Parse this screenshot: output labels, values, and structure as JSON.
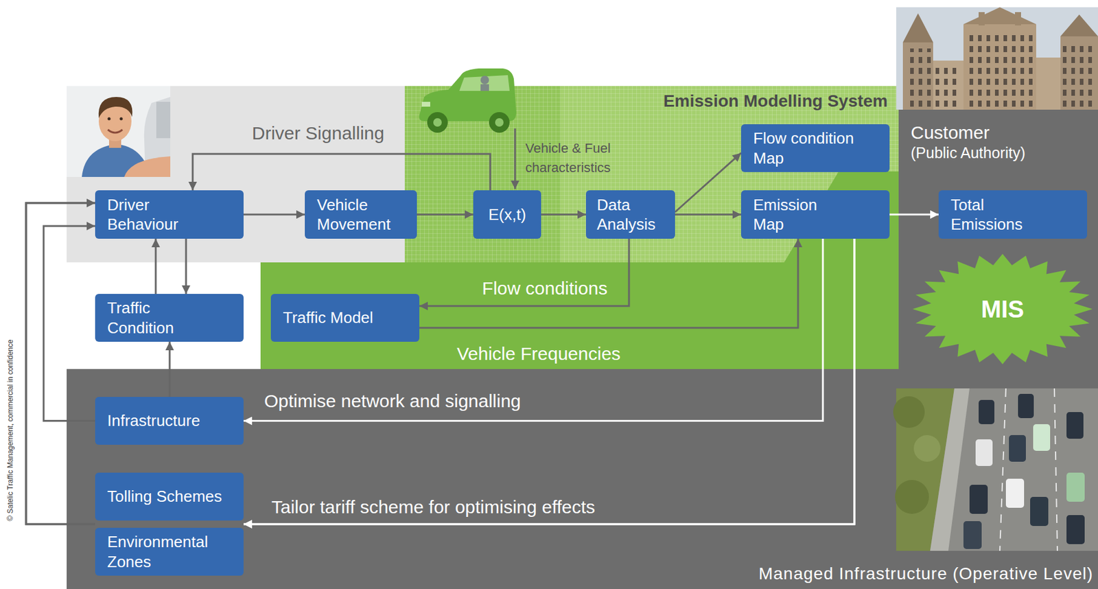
{
  "diagram": {
    "nodes": [
      {
        "text": [
          "Emission Modelling System"
        ]
      },
      {
        "text": [
          "Flow condition Map"
        ],
        "in": 0
      },
      {
        "text": [
          "Customer",
          "(Public Authority)"
        ]
      },
      {
        "text": [
          "Driver Behaviour"
        ]
      },
      {
        "text": [
          "Vehicle Movement"
        ]
      },
      {
        "text": [
          "E(x,t)"
        ],
        "in": 0
      },
      {
        "text": [
          "Data Analysis"
        ],
        "in": 0
      },
      {
        "text": [
          "Emission Map"
        ],
        "in": 0
      },
      {
        "text": [
          "Total Emissions"
        ],
        "in": 2
      },
      {
        "text": [
          "Traffic Condition"
        ]
      },
      {
        "text": [
          "Traffic Model"
        ],
        "in": 0
      },
      {
        "text": [
          "MIS"
        ],
        "in": 2
      },
      {
        "text": [
          "Managed Infrastructure (Operative Level)"
        ]
      },
      {
        "text": [
          "Infrastructure"
        ],
        "in": 12
      },
      {
        "text": [
          "Tolling Schemes"
        ],
        "in": 12
      },
      {
        "text": [
          "Environmental Zones"
        ],
        "in": 12
      }
    ],
    "edges": [
      {
        "from": 5,
        "to": 3,
        "arrow": "to",
        "label": "Driver Signalling"
      },
      {
        "from": 3,
        "to": 4,
        "arrow": "to"
      },
      {
        "from": 4,
        "to": 5,
        "arrow": "to"
      },
      {
        "from": 5,
        "to": 6,
        "arrow": "to"
      },
      {
        "from": 6,
        "to": 7,
        "arrow": "to"
      },
      {
        "from": 6,
        "to": 1,
        "arrow": "to"
      },
      {
        "from": 6,
        "to": 10,
        "arrow": "to",
        "label": "Flow conditions"
      },
      {
        "from": 10,
        "to": 7,
        "arrow": "to",
        "label": "Vehicle Frequencies"
      },
      {
        "from": 7,
        "to": 8,
        "arrow": "to"
      },
      {
        "from": 7,
        "to": 13,
        "arrow": "to",
        "label": "Optimise network and signalling"
      },
      {
        "from": 7,
        "to": 14,
        "arrow": "to",
        "label": "Tailor tariff scheme for optimising effects"
      },
      {
        "from": 7,
        "to": 15,
        "arrow": "to"
      },
      {
        "from": 13,
        "to": 3,
        "arrow": "to"
      },
      {
        "from": 14,
        "to": 3,
        "arrow": "to"
      },
      {
        "from": 15,
        "to": 3,
        "arrow": "to"
      },
      {
        "from": 9,
        "to": 3,
        "arrow": "to"
      },
      {
        "from": 3,
        "to": 9,
        "arrow": "to"
      },
      {
        "from": 13,
        "to": 9,
        "arrow": "to"
      }
    ],
    "labels": [
      "Vehicle & Fuel characteristics",
      "© Satelic Traffic Management, commercial in confidence"
    ]
  }
}
